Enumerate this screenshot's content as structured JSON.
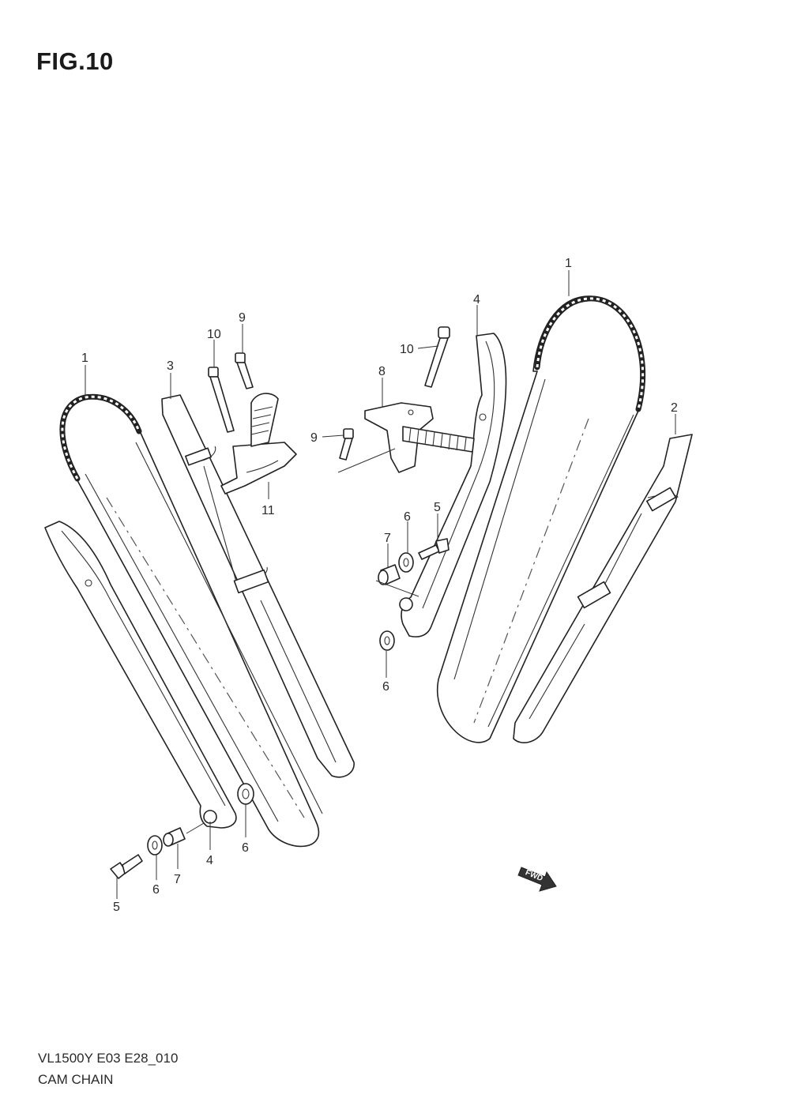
{
  "figure": {
    "title": "FIG.10",
    "model_code": "VL1500Y  E03  E28_010",
    "name": "CAM CHAIN",
    "fwd_label": "FWD"
  },
  "callouts": {
    "rear_chain": "1",
    "front_chain": "1",
    "front_guide": "2",
    "rear_guide": "3",
    "rear_tensioner_lever": "4",
    "front_tensioner_lever": "4",
    "rear_bolt": "5",
    "front_bolt": "5",
    "rear_washer_a": "6",
    "rear_washer_b": "6",
    "front_washer_a": "6",
    "front_washer_b": "6",
    "rear_spacer": "7",
    "front_spacer": "7",
    "front_adjuster": "8",
    "rear_adjuster_bolt": "9",
    "front_adjuster_bolt": "9",
    "rear_long_bolt": "10",
    "front_long_bolt": "10",
    "rear_adjuster": "11"
  },
  "colors": {
    "line": "#222222",
    "background": "#ffffff",
    "label": "#2a2a2a"
  }
}
